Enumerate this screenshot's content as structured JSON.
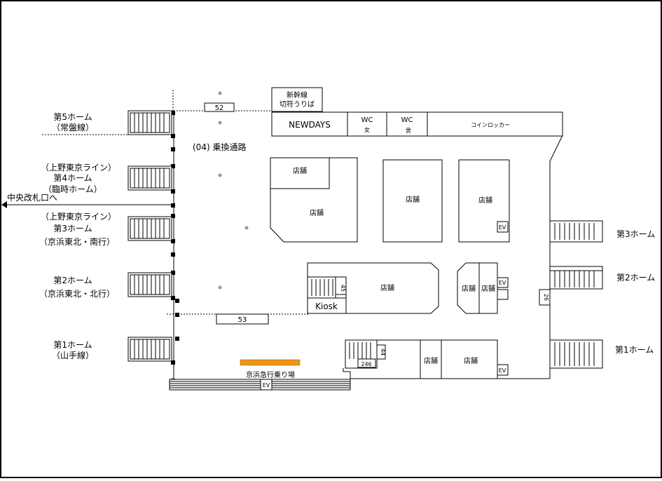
{
  "platforms_left": [
    {
      "id": "p5",
      "lines": [
        "第5ホーム",
        "（常盤線）"
      ]
    },
    {
      "id": "p4",
      "lines": [
        "（上野東京ライン）",
        "第4ホーム",
        "（臨時ホーム）"
      ]
    },
    {
      "id": "p3",
      "lines": [
        "（上野東京ライン）",
        "第3ホーム",
        "（京浜東北・南行）"
      ]
    },
    {
      "id": "p2",
      "lines": [
        "第2ホーム",
        "（京浜東北・北行）"
      ]
    },
    {
      "id": "p1",
      "lines": [
        "第1ホーム",
        "（山手線）"
      ]
    }
  ],
  "platforms_right": [
    "第3ホーム",
    "第2ホーム",
    "第1ホーム"
  ],
  "exit_label": "中央改札口へ",
  "corridor_label": "(04) 乗換通路",
  "shinkansen_ticket": [
    "新幹線",
    "切符うりば"
  ],
  "newdays": "NEWDAYS",
  "wc_women": [
    "WC",
    "女"
  ],
  "wc_men": [
    "WC",
    "男"
  ],
  "coin_locker": "コインロッカー",
  "shop_label": "店舗",
  "kiosk": "Kiosk",
  "ev_label": "EV",
  "keihin_kyuko": "京浜急行乗り場",
  "numbers": {
    "n52": "52",
    "n53": "53",
    "n45": "45",
    "n44": "44",
    "n246": "246",
    "n26": "26"
  }
}
